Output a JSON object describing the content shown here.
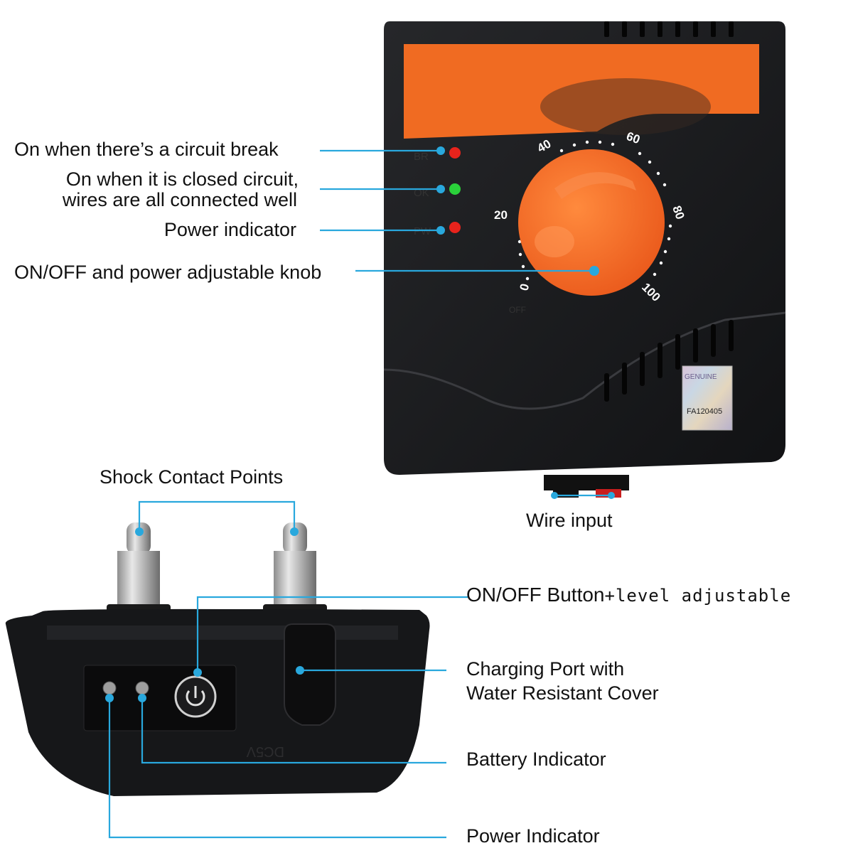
{
  "transmitter": {
    "callouts": {
      "circuit_break": "On when there’s a circuit break",
      "closed_circuit_line1": "On when it is closed circuit,",
      "closed_circuit_line2": "wires are all connected well",
      "power_indicator": "Power indicator",
      "knob": "ON/OFF and power adjustable knob",
      "wire_input": "Wire input"
    },
    "knob_ticks": [
      "0",
      "20",
      "40",
      "60",
      "80",
      "100"
    ],
    "off_mark": "OFF",
    "led_codes": [
      "BR",
      "OK",
      "PW"
    ],
    "hologram_text": "FA120405",
    "hologram_word": "GENUINE",
    "colors": {
      "body": "#1b1c1e",
      "accent": "#f26a1f",
      "led_red": "#e8231c",
      "led_green": "#2ad13a",
      "callout_line": "#29a8dd"
    }
  },
  "collar": {
    "callouts": {
      "shock_points": "Shock Contact Points",
      "button_main": "ON/OFF Button",
      "button_suffix": "+level adjustable",
      "charging_line1": "Charging Port with",
      "charging_line2": "Water Resistant Cover",
      "battery": "Battery Indicator",
      "power": "Power Indicator"
    },
    "port_label": "DC5V"
  }
}
